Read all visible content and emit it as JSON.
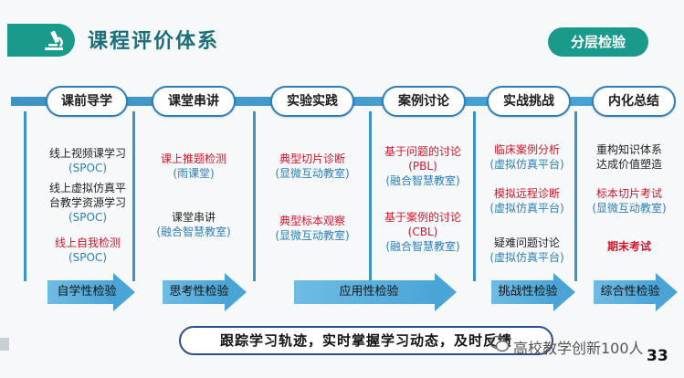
{
  "header": {
    "title": "课程评价体系",
    "badge": "分层检验"
  },
  "stages": [
    {
      "label": "课前导学"
    },
    {
      "label": "课堂串讲"
    },
    {
      "label": "实验实践"
    },
    {
      "label": "案例讨论"
    },
    {
      "label": "实战挑战"
    },
    {
      "label": "内化总结"
    }
  ],
  "col1": {
    "item1": {
      "line1": "线上视频课学习",
      "line2": "(SPOC)"
    },
    "item2": {
      "line1": "线上虚拟仿真平",
      "line2": "台教学资源学习",
      "line3": "(SPOC)"
    },
    "item3": {
      "line1": "线上自我检测",
      "line2": "(SPOC)"
    }
  },
  "col2": {
    "item1": {
      "line1": "课上推题检测",
      "line2": "(雨课堂)"
    },
    "item2": {
      "line1": "课堂串讲",
      "line2": "(融合智慧教室)"
    }
  },
  "col3": {
    "item1": {
      "line1": "典型切片诊断",
      "line2": "(显微互动教室)"
    },
    "item2": {
      "line1": "典型标本观察",
      "line2": "(显微互动教室)"
    }
  },
  "col4": {
    "item1": {
      "line1": "基于问题的讨论",
      "line2": "(PBL)",
      "line3": "(融合智慧教室)"
    },
    "item2": {
      "line1": "基于案例的讨论",
      "line2": "(CBL)",
      "line3": "(融合智慧教室)"
    }
  },
  "col5": {
    "item1": {
      "line1": "临床案例分析",
      "line2": "(虚拟仿真平台)"
    },
    "item2": {
      "line1": "模拟远程诊断",
      "line2": "(虚拟仿真平台)"
    },
    "item3": {
      "line1": "疑难问题讨论",
      "line2": "(虚拟仿真平台)"
    }
  },
  "col6": {
    "item1": {
      "line1": "重构知识体系",
      "line2": "达成价值塑造"
    },
    "item2": {
      "line1": "标本切片考试",
      "line2": "(显微互动教室)"
    },
    "item3": {
      "line1": "期末考试"
    }
  },
  "checks": {
    "c1": "自学性检验",
    "c2": "思考性检验",
    "c3": "应用性检验",
    "c4": "挑战性检验",
    "c5": "综合性检验"
  },
  "banner": "跟踪学习轨迹，实时掌握学习动态，及时反馈",
  "watermark": "高校教学创新100人",
  "page_number": "33",
  "colors": {
    "teal": "#1a9a8a",
    "blue": "#2c7fb8",
    "red": "#d0162b",
    "arrow": "#4aa5d6"
  }
}
